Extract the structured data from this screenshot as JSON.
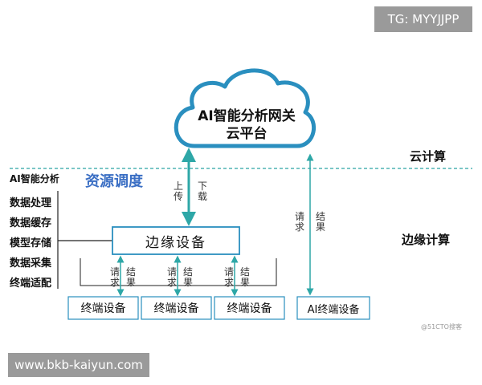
{
  "watermarks": {
    "telegram": "TG: MYYJJPP",
    "url": "www.bkb-kaiyun.com"
  },
  "cloud": {
    "line1": "AI智能分析网关",
    "line2": "云平台"
  },
  "zones": {
    "cloud_computing": "云计算",
    "edge_computing": "边缘计算",
    "resource_scheduling": "资源调度"
  },
  "ai_functions": {
    "title": "AI智能分析",
    "items": [
      "数据处理",
      "数据缓存",
      "模型存储",
      "数据采集",
      "终端适配"
    ]
  },
  "edge_device": "边缘设备",
  "terminals": [
    "终端设备",
    "终端设备",
    "终端设备"
  ],
  "ai_terminal": "AI终端设备",
  "arrow_labels": {
    "upload": "上传",
    "download": "下载",
    "request": "请求",
    "result": "结果"
  },
  "credit": "@51CTO搜客",
  "colors": {
    "accent": "#2a8fbf",
    "resource_text": "#3b6fc4",
    "arrow": "#2ea7a7"
  }
}
